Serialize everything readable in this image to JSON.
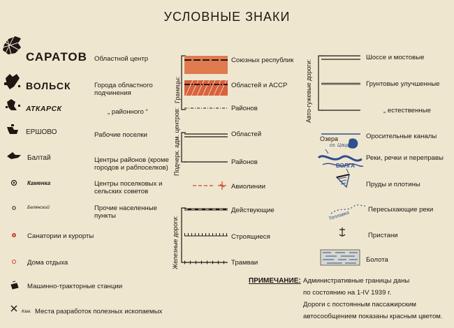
{
  "title": "УСЛОВНЫЕ ЗНАКИ",
  "settlements": [
    {
      "name": "САРАТОВ",
      "desc": "Областной центр"
    },
    {
      "name": "ВОЛЬСК",
      "desc": "Города областного подчинения"
    },
    {
      "name": "АТКАРСК",
      "desc": "„ районного “"
    },
    {
      "name": "ЕРШОВО",
      "desc": "Рабочие поселки"
    },
    {
      "name": "Балтай",
      "desc": "Центры районов (кроме городов и рабпоселков)"
    },
    {
      "name": "Каменка",
      "desc": "Центры поселковых и сельских советов"
    },
    {
      "name": "Белянский",
      "desc": "Прочие населенные пункты"
    },
    {
      "name": "",
      "desc": "Санатории и курорты"
    },
    {
      "name": "",
      "desc": "Дома отдыха"
    },
    {
      "name": "",
      "desc": "Машинно-тракторные станции"
    },
    {
      "name": "Кам.",
      "desc": "Места разработок полезных ископаемых"
    }
  ],
  "boundaries": {
    "group": "Границы:",
    "items": [
      "Союзных республик",
      "Областей и АССР",
      "Районов"
    ]
  },
  "admin_centers": {
    "group": "Подчерк. адм. центров:",
    "items": [
      "Областей",
      "Районов"
    ]
  },
  "airlines": "Авиолинии",
  "railways": {
    "group": "Железные дороги:",
    "items": [
      "Действующие",
      "Строящиеся",
      "Трамваи"
    ]
  },
  "roads": {
    "group": "Авто-гужевые дороги:",
    "items": [
      "Шоссе и мостовые",
      "Грунтовые улучшенные",
      "„ естественные"
    ]
  },
  "hydro": {
    "map_labels": {
      "lakes": "Озера",
      "lake_name": "оз. Цаца",
      "river_name": "ВОЛГА",
      "dry_river_name": "Теплавка"
    },
    "items": [
      "Оросительные каналы",
      "Реки, речки и переправы",
      "Пруды и плотины",
      "Пересыхающие реки",
      "Пристани",
      "Болота"
    ]
  },
  "note": {
    "head": "ПРИМЕЧАНИЕ:",
    "lines": [
      "Административные границы даны",
      "по состоянию на 1-IV 1939 г.",
      "Дороги с постоянным пассажирским",
      "автосообщением показаны красным цветом."
    ]
  },
  "colors": {
    "paper": "#efe6cf",
    "ink": "#1e1712",
    "red": "#c8452d",
    "water": "#2e4e8e",
    "orange": "#e07a4f"
  }
}
